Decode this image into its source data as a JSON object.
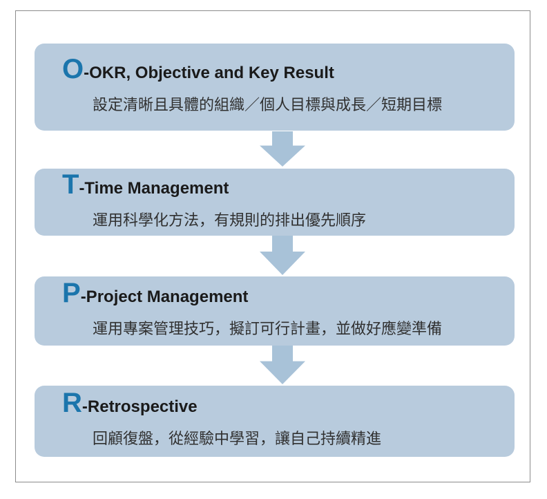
{
  "diagram": {
    "description_of_figure": "OTPR four-step self-management flow diagram",
    "steps": [
      {
        "letter": "O",
        "title": "-OKR, Objective and Key Result",
        "description": "設定清晰且具體的組織／個人目標與成長／短期目標"
      },
      {
        "letter": "T",
        "title": "-Time Management",
        "description": "運用科學化方法，有規則的排出優先順序"
      },
      {
        "letter": "P",
        "title": "-Project Management",
        "description": "運用專案管理技巧，擬訂可行計畫，並做好應變準備"
      },
      {
        "letter": "R",
        "title": "-Retrospective",
        "description": "回顧復盤，從經驗中學習，讓自己持續精進"
      }
    ]
  },
  "colors": {
    "box_fill": "#b8cbdd",
    "arrow_fill": "#a8c2d8",
    "letter_color": "#1b75ac",
    "title_color": "#1a1a1a",
    "description_color": "#303030",
    "frame_border": "#8b8b8b",
    "page_bg": "#ffffff"
  }
}
